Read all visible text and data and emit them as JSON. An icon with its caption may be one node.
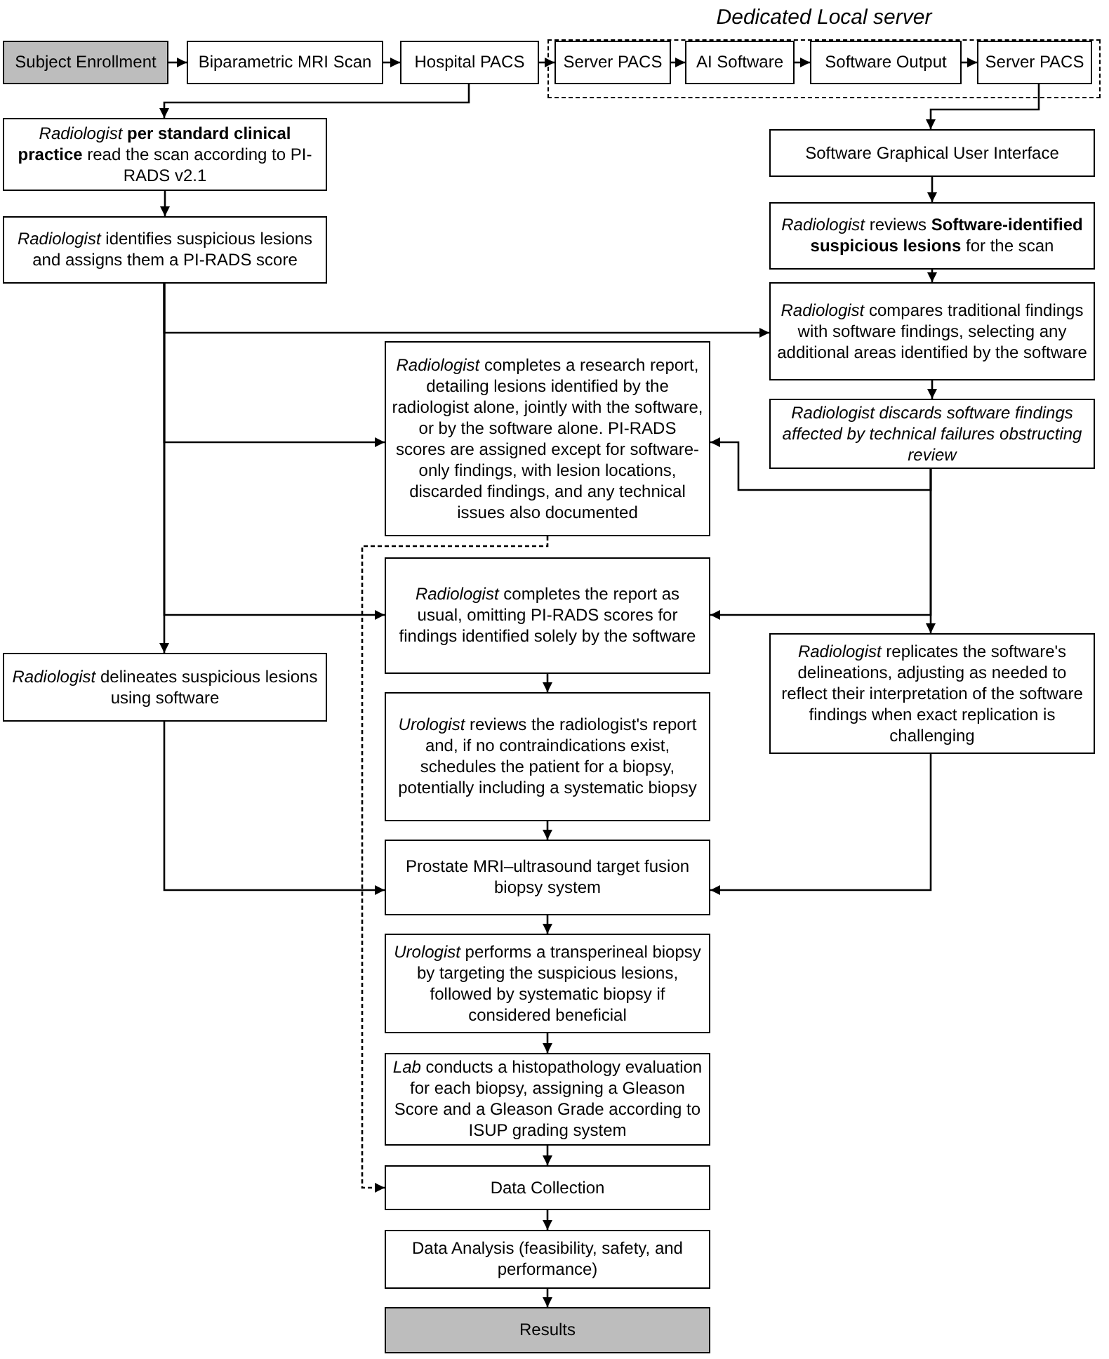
{
  "diagram": {
    "nodes": [
      {
        "text": [
          "Subject Enrollment"
        ]
      },
      {
        "text": [
          "Biparametric MRI Scan"
        ]
      },
      {
        "text": [
          "Hospital PACS"
        ]
      },
      {
        "text": [
          "Dedicated Local server"
        ]
      },
      {
        "text": [
          "Server PACS"
        ],
        "in": 3
      },
      {
        "text": [
          "AI Software"
        ],
        "in": 3
      },
      {
        "text": [
          "Software Output"
        ],
        "in": 3
      },
      {
        "text": [
          "Server PACS"
        ],
        "in": 3
      },
      {
        "text": [
          "*Radiologist* **per standard clinical practice** read the scan according to PI-RADS v2.1"
        ]
      },
      {
        "text": [
          "Software Graphical User Interface"
        ]
      },
      {
        "text": [
          "*Radiologist* identifies suspicious lesions and assigns them a PI-RADS score"
        ]
      },
      {
        "text": [
          "*Radiologist* reviews **Software-identified suspicious lesions** for the scan"
        ]
      },
      {
        "text": [
          "*Radiologist* compares traditional findings with software findings, selecting any additional areas identified by the software"
        ]
      },
      {
        "text": [
          "*Radiologist* completes a research report, detailing lesions identified by the radiologist alone, jointly with the software, or by the software alone. PI-RADS scores are assigned except for software-only findings, with lesion locations, discarded findings, and any technical issues also documented"
        ]
      },
      {
        "text": [
          "Radiologist discards software findings affected by technical failures obstructing review"
        ]
      },
      {
        "text": [
          "*Radiologist* completes the report as usual, omitting PI-RADS scores for findings identified solely by the software"
        ]
      },
      {
        "text": [
          "*Radiologist* delineates suspicious lesions using software"
        ]
      },
      {
        "text": [
          "*Radiologist* replicates the software's delineations, adjusting as needed to reflect their interpretation of the software findings when exact replication is challenging"
        ]
      },
      {
        "text": [
          "*Urologist* reviews the radiologist's report and, if no contraindications exist, schedules the patient for a biopsy, potentially including a systematic biopsy"
        ]
      },
      {
        "text": [
          "Prostate MRI–ultrasound target fusion biopsy system"
        ]
      },
      {
        "text": [
          "*Urologist* performs a transperineal biopsy by targeting the suspicious lesions, followed by systematic biopsy if considered beneficial"
        ]
      },
      {
        "text": [
          "*Lab* conducts a histopathology evaluation for each biopsy, assigning a Gleason Score and a Gleason Grade according to ISUP grading system"
        ]
      },
      {
        "text": [
          "Data Collection"
        ]
      },
      {
        "text": [
          "Data Analysis (feasibility, safety, and performance)"
        ]
      },
      {
        "text": [
          "Results"
        ]
      }
    ],
    "edges": [
      {
        "from": 0,
        "to": 1,
        "arrow": "to"
      },
      {
        "from": 1,
        "to": 2,
        "arrow": "to"
      },
      {
        "from": 2,
        "to": 4,
        "arrow": "to"
      },
      {
        "from": 4,
        "to": 5,
        "arrow": "to"
      },
      {
        "from": 5,
        "to": 6,
        "arrow": "to"
      },
      {
        "from": 6,
        "to": 7,
        "arrow": "to"
      },
      {
        "from": 2,
        "to": 8,
        "arrow": "to"
      },
      {
        "from": 7,
        "to": 9,
        "arrow": "to"
      },
      {
        "from": 8,
        "to": 10,
        "arrow": "to"
      },
      {
        "from": 9,
        "to": 11,
        "arrow": "to"
      },
      {
        "from": 11,
        "to": 12,
        "arrow": "to"
      },
      {
        "from": 10,
        "to": 12,
        "arrow": "to"
      },
      {
        "from": 10,
        "to": 13,
        "arrow": "to"
      },
      {
        "from": 10,
        "to": 15,
        "arrow": "to"
      },
      {
        "from": 10,
        "to": 16,
        "arrow": "to"
      },
      {
        "from": 12,
        "to": 14,
        "arrow": "to"
      },
      {
        "from": 14,
        "to": 13,
        "arrow": "to"
      },
      {
        "from": 14,
        "to": 15,
        "arrow": "to"
      },
      {
        "from": 14,
        "to": 17,
        "arrow": "to"
      },
      {
        "from": 15,
        "to": 18,
        "arrow": "to"
      },
      {
        "from": 18,
        "to": 19,
        "arrow": "to"
      },
      {
        "from": 16,
        "to": 19,
        "arrow": "to"
      },
      {
        "from": 17,
        "to": 19,
        "arrow": "to"
      },
      {
        "from": 19,
        "to": 20,
        "arrow": "to"
      },
      {
        "from": 20,
        "to": 21,
        "arrow": "to"
      },
      {
        "from": 21,
        "to": 22,
        "arrow": "to"
      },
      {
        "from": 13,
        "to": 22,
        "arrow": "to",
        "style": "dashed"
      },
      {
        "from": 22,
        "to": 23,
        "arrow": "to"
      },
      {
        "from": 23,
        "to": 24,
        "arrow": "to"
      }
    ]
  }
}
